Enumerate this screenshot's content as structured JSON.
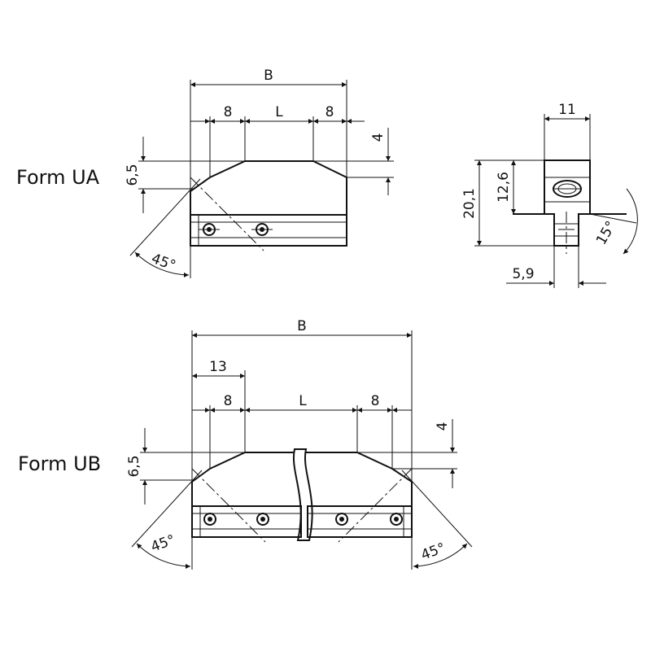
{
  "views": {
    "form_ua": {
      "title": "Form UA",
      "dims": {
        "B": "B",
        "L": "L",
        "left8": "8",
        "right8": "8",
        "height4": "4",
        "height65": "6,5",
        "angle": "45°"
      }
    },
    "form_ub": {
      "title": "Form UB",
      "dims": {
        "B": "B",
        "d13": "13",
        "L": "L",
        "left8": "8",
        "right8": "8",
        "height4": "4",
        "height65": "6,5",
        "angle_left": "45°",
        "angle_right": "45°"
      }
    },
    "side_view": {
      "dims": {
        "w11": "11",
        "h201": "20,1",
        "h126": "12,6",
        "w59": "5,9",
        "angle": "15°"
      }
    }
  }
}
